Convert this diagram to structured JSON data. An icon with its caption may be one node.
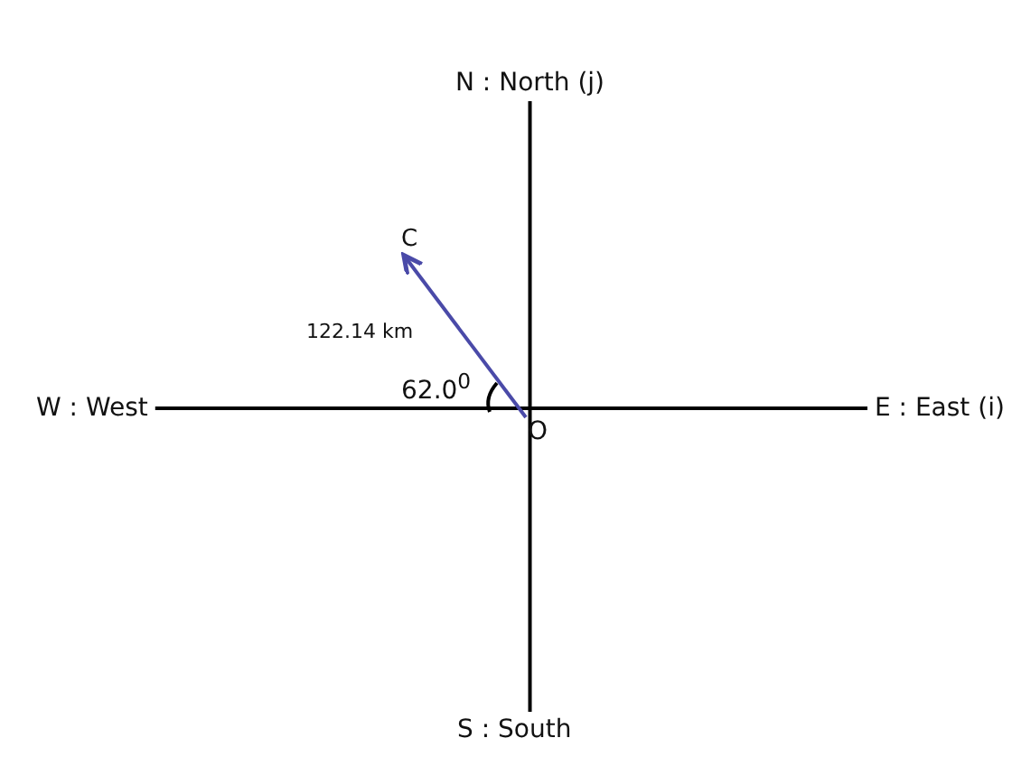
{
  "diagram": {
    "nodes": [
      {
        "text": [
          "N : North (j)"
        ]
      },
      {
        "text": [
          "W : West"
        ]
      },
      {
        "text": [
          "E : East (i)"
        ]
      },
      {
        "text": [
          "S : South"
        ]
      },
      {
        "text": [
          "O"
        ]
      },
      {
        "text": [
          "C"
        ]
      }
    ],
    "edges": [
      {
        "from": 0,
        "to": 3,
        "arrow": "none"
      },
      {
        "from": 1,
        "to": 2,
        "arrow": "none"
      },
      {
        "from": 4,
        "to": 5,
        "arrow": "to",
        "label": "122.14 km",
        "color": "#4a4aa8"
      }
    ],
    "labels": [
      "62.0$^{0}$"
    ]
  }
}
